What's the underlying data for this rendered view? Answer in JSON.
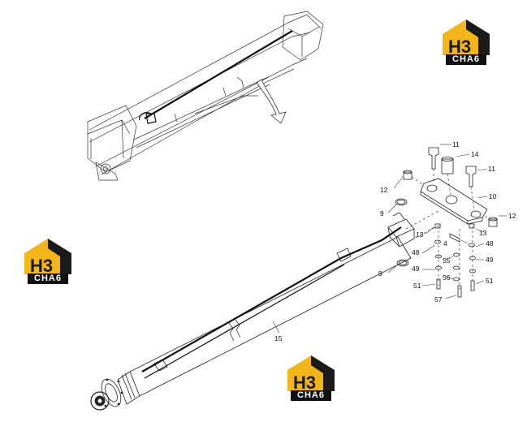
{
  "diagram": {
    "callouts": [
      "11",
      "14",
      "11",
      "10",
      "12",
      "12",
      "9",
      "13",
      "13",
      "4",
      "48",
      "48",
      "55",
      "49",
      "49",
      "56",
      "51",
      "51",
      "57",
      "9",
      "15"
    ]
  },
  "logos": [
    {
      "mark": "H3",
      "text": "CHA6"
    },
    {
      "mark": "H3",
      "text": "CHA6"
    },
    {
      "mark": "H3",
      "text": "CHA6"
    }
  ],
  "colors": {
    "ink": "#111111",
    "logo_gold": "#F2B51A",
    "logo_dark": "#1A1A1A"
  }
}
